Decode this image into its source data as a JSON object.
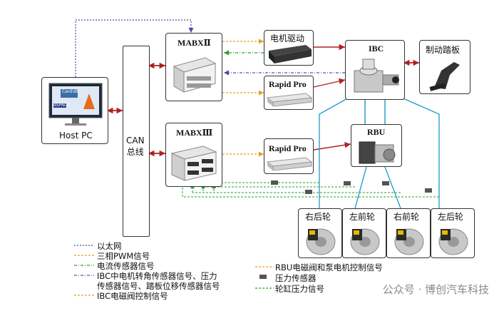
{
  "nodes": {
    "host_pc": "Host PC",
    "can_bus": "CAN\n总线",
    "mabx2": "MABXⅡ",
    "mabx3": "MABXⅢ",
    "motor_drive": "电机驱动",
    "rapid_pro_top": "Rapid Pro",
    "rapid_pro_bottom": "Rapid Pro",
    "ibc": "IBC",
    "brake_pedal": "制动踏板",
    "rbu": "RBU",
    "wheel_rr": "右后轮",
    "wheel_lf": "左前轮",
    "wheel_rf": "右前轮",
    "wheel_lr": "左后轮"
  },
  "screen": {
    "canedit": "CanEdit",
    "dspace": "dSPACE"
  },
  "legend_left": [
    {
      "text": "以太网",
      "color": "#4a4aa8"
    },
    {
      "text": "三相PWM信号",
      "color": "#e8a020"
    },
    {
      "text": "电流传感器信号",
      "color": "#2aa02a"
    },
    {
      "text": "IBC中电机转角传感器信号、压力",
      "color": "#4a5ab0"
    },
    {
      "text": "传感器信号、踏板位移传感器信号",
      "color": ""
    },
    {
      "text": "IBC电磁阀控制信号",
      "color": "#e8a020"
    }
  ],
  "legend_right": [
    {
      "text": "RBU电磁阀和泵电机控制信号",
      "color": "#e8a020"
    },
    {
      "text": "压力传感器",
      "color": "#555555"
    },
    {
      "text": "轮缸压力信号",
      "color": "#2aa02a"
    }
  ],
  "watermark": "公众号 · 博创汽车科技"
}
